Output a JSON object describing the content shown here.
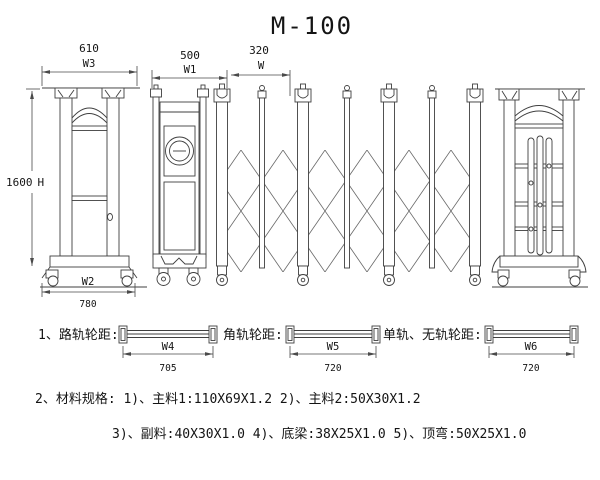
{
  "title": "M-100",
  "colors": {
    "line": "#3f3f3f",
    "dimension_line": "#4a4a4a",
    "text": "#141414",
    "background": "#ffffff"
  },
  "drawing": {
    "top_dims": {
      "left_post": {
        "value": "610",
        "label": "W3"
      },
      "motor_post": {
        "value": "500",
        "label": "W1"
      },
      "first_section": {
        "value": "320",
        "label": "W"
      }
    },
    "height_dim": {
      "value": "1600",
      "label": "H"
    },
    "base_dims": {
      "inner_label": "W2",
      "outer_value": "780"
    }
  },
  "wheel_track_specs": [
    {
      "name": "1、路轨轮距:",
      "dim_label": "W4",
      "dim_value": "705"
    },
    {
      "name": "角轨轮距:",
      "dim_label": "W5",
      "dim_value": "720"
    },
    {
      "name": "单轨、无轨轮距:",
      "dim_label": "W6",
      "dim_value": "720"
    }
  ],
  "material_specs": {
    "line1": "2、材料规格: 1)、主料1:110X69X1.2    2)、主料2:50X30X1.2",
    "line2": "3)、副料:40X30X1.0   4)、底梁:38X25X1.0   5)、顶弯:50X25X1.0"
  }
}
